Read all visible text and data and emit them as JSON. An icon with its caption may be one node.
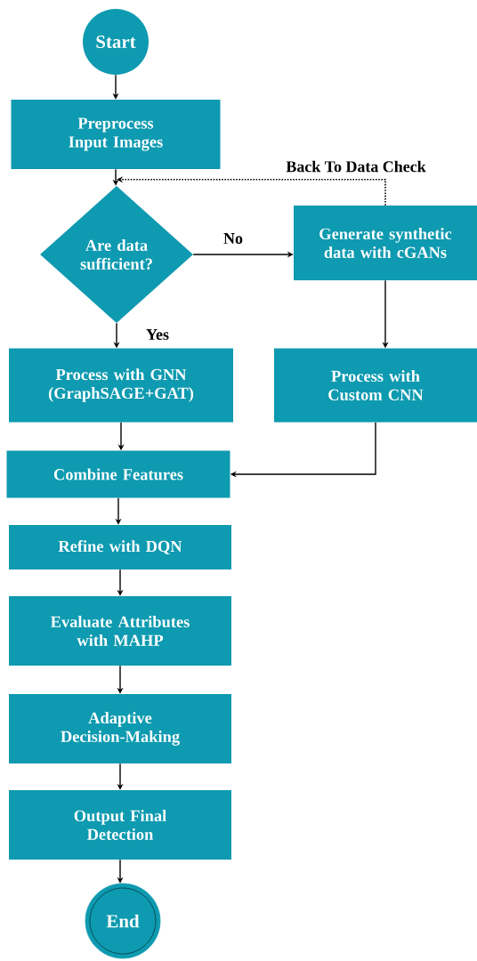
{
  "diagram": {
    "nodes": [
      {
        "text": [
          "Start"
        ]
      },
      {
        "text": [
          "Preprocess Input Images"
        ]
      },
      {
        "text": [
          "Are data sufficient?"
        ]
      },
      {
        "text": [
          "Generate synthetic data with cGANs"
        ]
      },
      {
        "text": [
          "Process with GNN (GraphSAGE+GAT)"
        ]
      },
      {
        "text": [
          "Process with Custom CNN"
        ]
      },
      {
        "text": [
          "Combine Features"
        ]
      },
      {
        "text": [
          "Refine with DQN"
        ]
      },
      {
        "text": [
          "Evaluate Attributes with MAHP"
        ]
      },
      {
        "text": [
          "Adaptive Decision-Making"
        ]
      },
      {
        "text": [
          "Output Final Detection"
        ]
      },
      {
        "text": [
          "End"
        ]
      }
    ],
    "edges": [
      {
        "from": 0,
        "to": 1,
        "arrow": "to"
      },
      {
        "from": 1,
        "to": 2,
        "arrow": "to"
      },
      {
        "from": 2,
        "to": 3,
        "arrow": "to",
        "label": "No"
      },
      {
        "from": 3,
        "to": 2,
        "arrow": "to",
        "label": "Back To Data Check",
        "style": "dashed"
      },
      {
        "from": 2,
        "to": 4,
        "arrow": "to",
        "label": "Yes"
      },
      {
        "from": 3,
        "to": 5,
        "arrow": "to"
      },
      {
        "from": 4,
        "to": 6,
        "arrow": "to"
      },
      {
        "from": 5,
        "to": 6,
        "arrow": "to"
      },
      {
        "from": 6,
        "to": 7,
        "arrow": "to"
      },
      {
        "from": 7,
        "to": 8,
        "arrow": "to"
      },
      {
        "from": 8,
        "to": 9,
        "arrow": "to"
      },
      {
        "from": 9,
        "to": 10,
        "arrow": "to"
      },
      {
        "from": 10,
        "to": 11,
        "arrow": "to"
      }
    ]
  }
}
